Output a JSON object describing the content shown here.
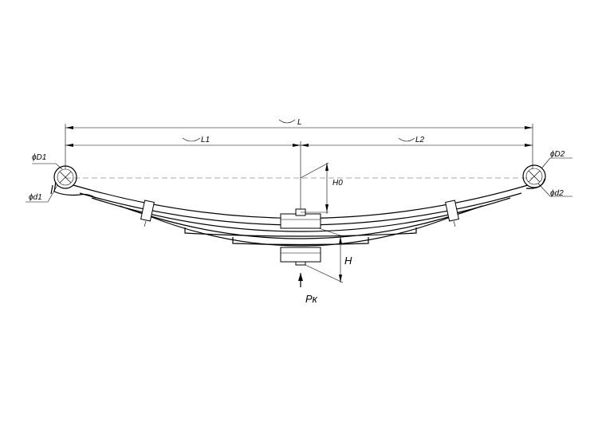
{
  "drawing": {
    "dimensions": {
      "overall_length": "L",
      "left_length": "L1",
      "right_length": "L2",
      "height_unloaded": "H0",
      "height": "H"
    },
    "eyes": {
      "left_outer_diameter": "ϕD1",
      "left_inner_diameter": "ϕd1",
      "right_outer_diameter": "ϕD2",
      "right_inner_diameter": "ϕd2"
    },
    "load_label": "Pк"
  }
}
